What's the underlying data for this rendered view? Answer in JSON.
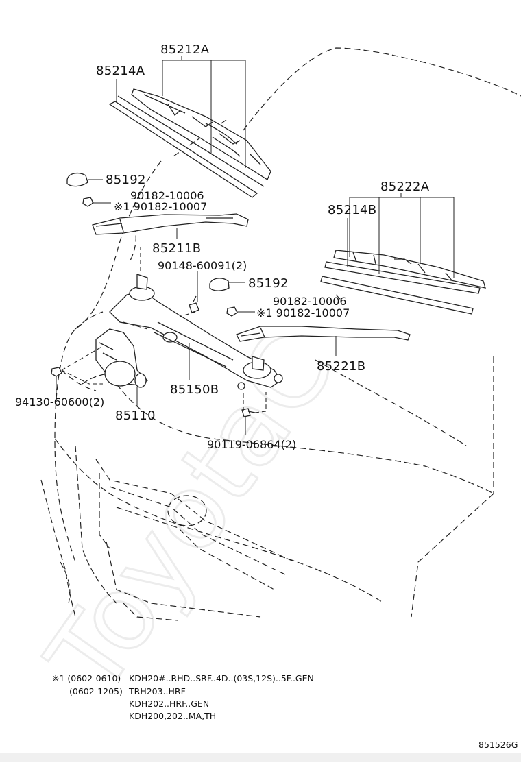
{
  "labels": {
    "p85212A": "85212A",
    "p85214A": "85214A",
    "p85192a": "85192",
    "p90182_10006a": "90182-10006",
    "p90182_10007a": "※1 90182-10007",
    "p85211B": "85211B",
    "p90148": "90148-60091(2)",
    "p85192b": "85192",
    "p90182_10006b": "90182-10006",
    "p90182_10007b": "※1 90182-10007",
    "p85222A": "85222A",
    "p85214B": "85214B",
    "p85221B": "85221B",
    "p85150B": "85150B",
    "p94130": "94130-60600(2)",
    "p85110": "85110",
    "p90119": "90119-06864(2)"
  },
  "notes": {
    "line1_code": "※1 (0602-0610)",
    "line1_text": "KDH20#..RHD..SRF..4D..(03S,12S)..5F..GEN",
    "line2_code": "(0602-1205)",
    "line2_text": "TRH203..HRF",
    "line3_text": "KDH202..HRF..GEN",
    "line4_text": "KDH200,202..MA,TH"
  },
  "figure_id": "851526G",
  "watermark": "ToyotaC"
}
